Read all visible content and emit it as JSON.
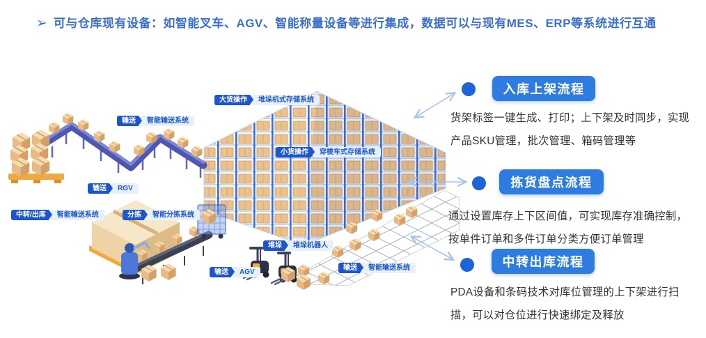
{
  "header": {
    "bullet": "➢",
    "text": "可与仓库现有设备：如智能叉车、AGV、智能称量设备等进行集成，数据可以与现有MES、ERP等系统进行互通"
  },
  "diagram": {
    "tags": [
      {
        "category": "输送",
        "system": "智能输送系统"
      },
      {
        "category": "大货操作",
        "system": "堆垛机式存储系统"
      },
      {
        "category": "小货操作",
        "system": "穿梭车式存储系统"
      },
      {
        "category": "输送",
        "system": "RGV"
      },
      {
        "category": "中转/出库",
        "system": "智能输送系统"
      },
      {
        "category": "分拣",
        "system": "智能分拣系统"
      },
      {
        "category": "堆垛",
        "system": "堆垛机器人"
      },
      {
        "category": "输送",
        "system": "AGV"
      },
      {
        "category": "输送",
        "system": "智能输送系统"
      }
    ]
  },
  "processes": [
    {
      "title": "入库上架流程",
      "desc": "货架标签一键生成、打印；上下架及时同步，实现产品SKU管理，批次管理、箱码管理等"
    },
    {
      "title": "拣货盘点流程",
      "desc": "通过设置库存上下区间值，可实现库存准确控制，按单件订单和多件订单分类方便订单管理"
    },
    {
      "title": "中转出库流程",
      "desc": "PDA设备和条码技术对库位管理的上下架进行扫描，可以对仓位进行快速绑定及释放"
    }
  ],
  "colors": {
    "header_text": "#3a6fd0",
    "button_bg": "#2e7ce2",
    "dot": "#1e63d8",
    "tag_dark_bg": "#1d55cc",
    "tag_light_bg": "#e7f0fb",
    "tag_light_text": "#1e5ac8",
    "arrow": "#a6c4ee",
    "desc_text": "#333333"
  }
}
